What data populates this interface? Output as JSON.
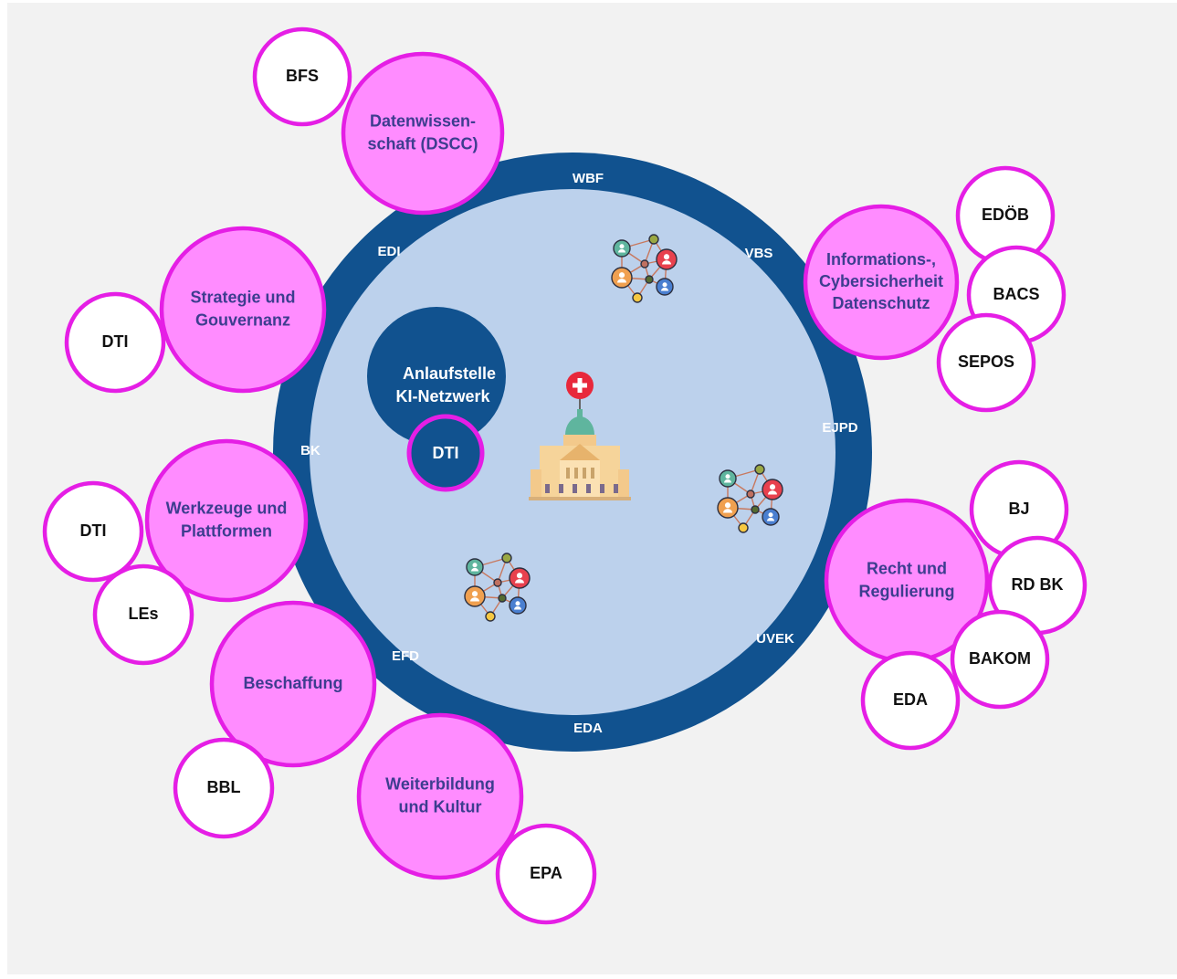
{
  "colors": {
    "background": "#f2f2f2",
    "ring_outer": "#11528f",
    "ring_inner": "#bcd1ec",
    "hub": "#11528f",
    "topic_fill": "#ff8cff",
    "topic_stroke": "#e51ee5",
    "org_fill": "#ffffff",
    "org_stroke": "#e51ee5",
    "topic_text": "#3d3d8f",
    "org_text": "#111111"
  },
  "ring_departments": [
    "WBF",
    "VBS",
    "EJPD",
    "UVEK",
    "EDA",
    "EFD",
    "BK",
    "EDI"
  ],
  "hub": {
    "title_line1": "Anlaufstelle",
    "title_line2": "KI-Netzwerk",
    "owner": "DTI"
  },
  "center_icon": "federal-palace-icon",
  "network_icons": [
    "network-people-icon",
    "network-people-icon",
    "network-people-icon"
  ],
  "topics": [
    {
      "id": "datenwissenschaft",
      "lines": [
        "Datenwissen-",
        "schaft (DSCC)"
      ],
      "orgs": [
        "BFS"
      ]
    },
    {
      "id": "strategie",
      "lines": [
        "Strategie und",
        "Gouvernanz"
      ],
      "orgs": [
        "DTI"
      ]
    },
    {
      "id": "werkzeuge",
      "lines": [
        "Werkzeuge und",
        "Plattformen"
      ],
      "orgs": [
        "DTI",
        "LEs"
      ]
    },
    {
      "id": "beschaffung",
      "lines": [
        "Beschaffung"
      ],
      "orgs": [
        "BBL"
      ]
    },
    {
      "id": "weiterbildung",
      "lines": [
        "Weiterbildung",
        "und Kultur"
      ],
      "orgs": [
        "EPA"
      ]
    },
    {
      "id": "informationssicherheit",
      "lines": [
        "Informations-,",
        "Cybersicherheit",
        "Datenschutz"
      ],
      "orgs": [
        "EDÖB",
        "BACS",
        "SEPOS"
      ]
    },
    {
      "id": "recht",
      "lines": [
        "Recht und",
        "Regulierung"
      ],
      "orgs": [
        "BJ",
        "RD BK",
        "BAKOM",
        "EDA"
      ]
    }
  ]
}
